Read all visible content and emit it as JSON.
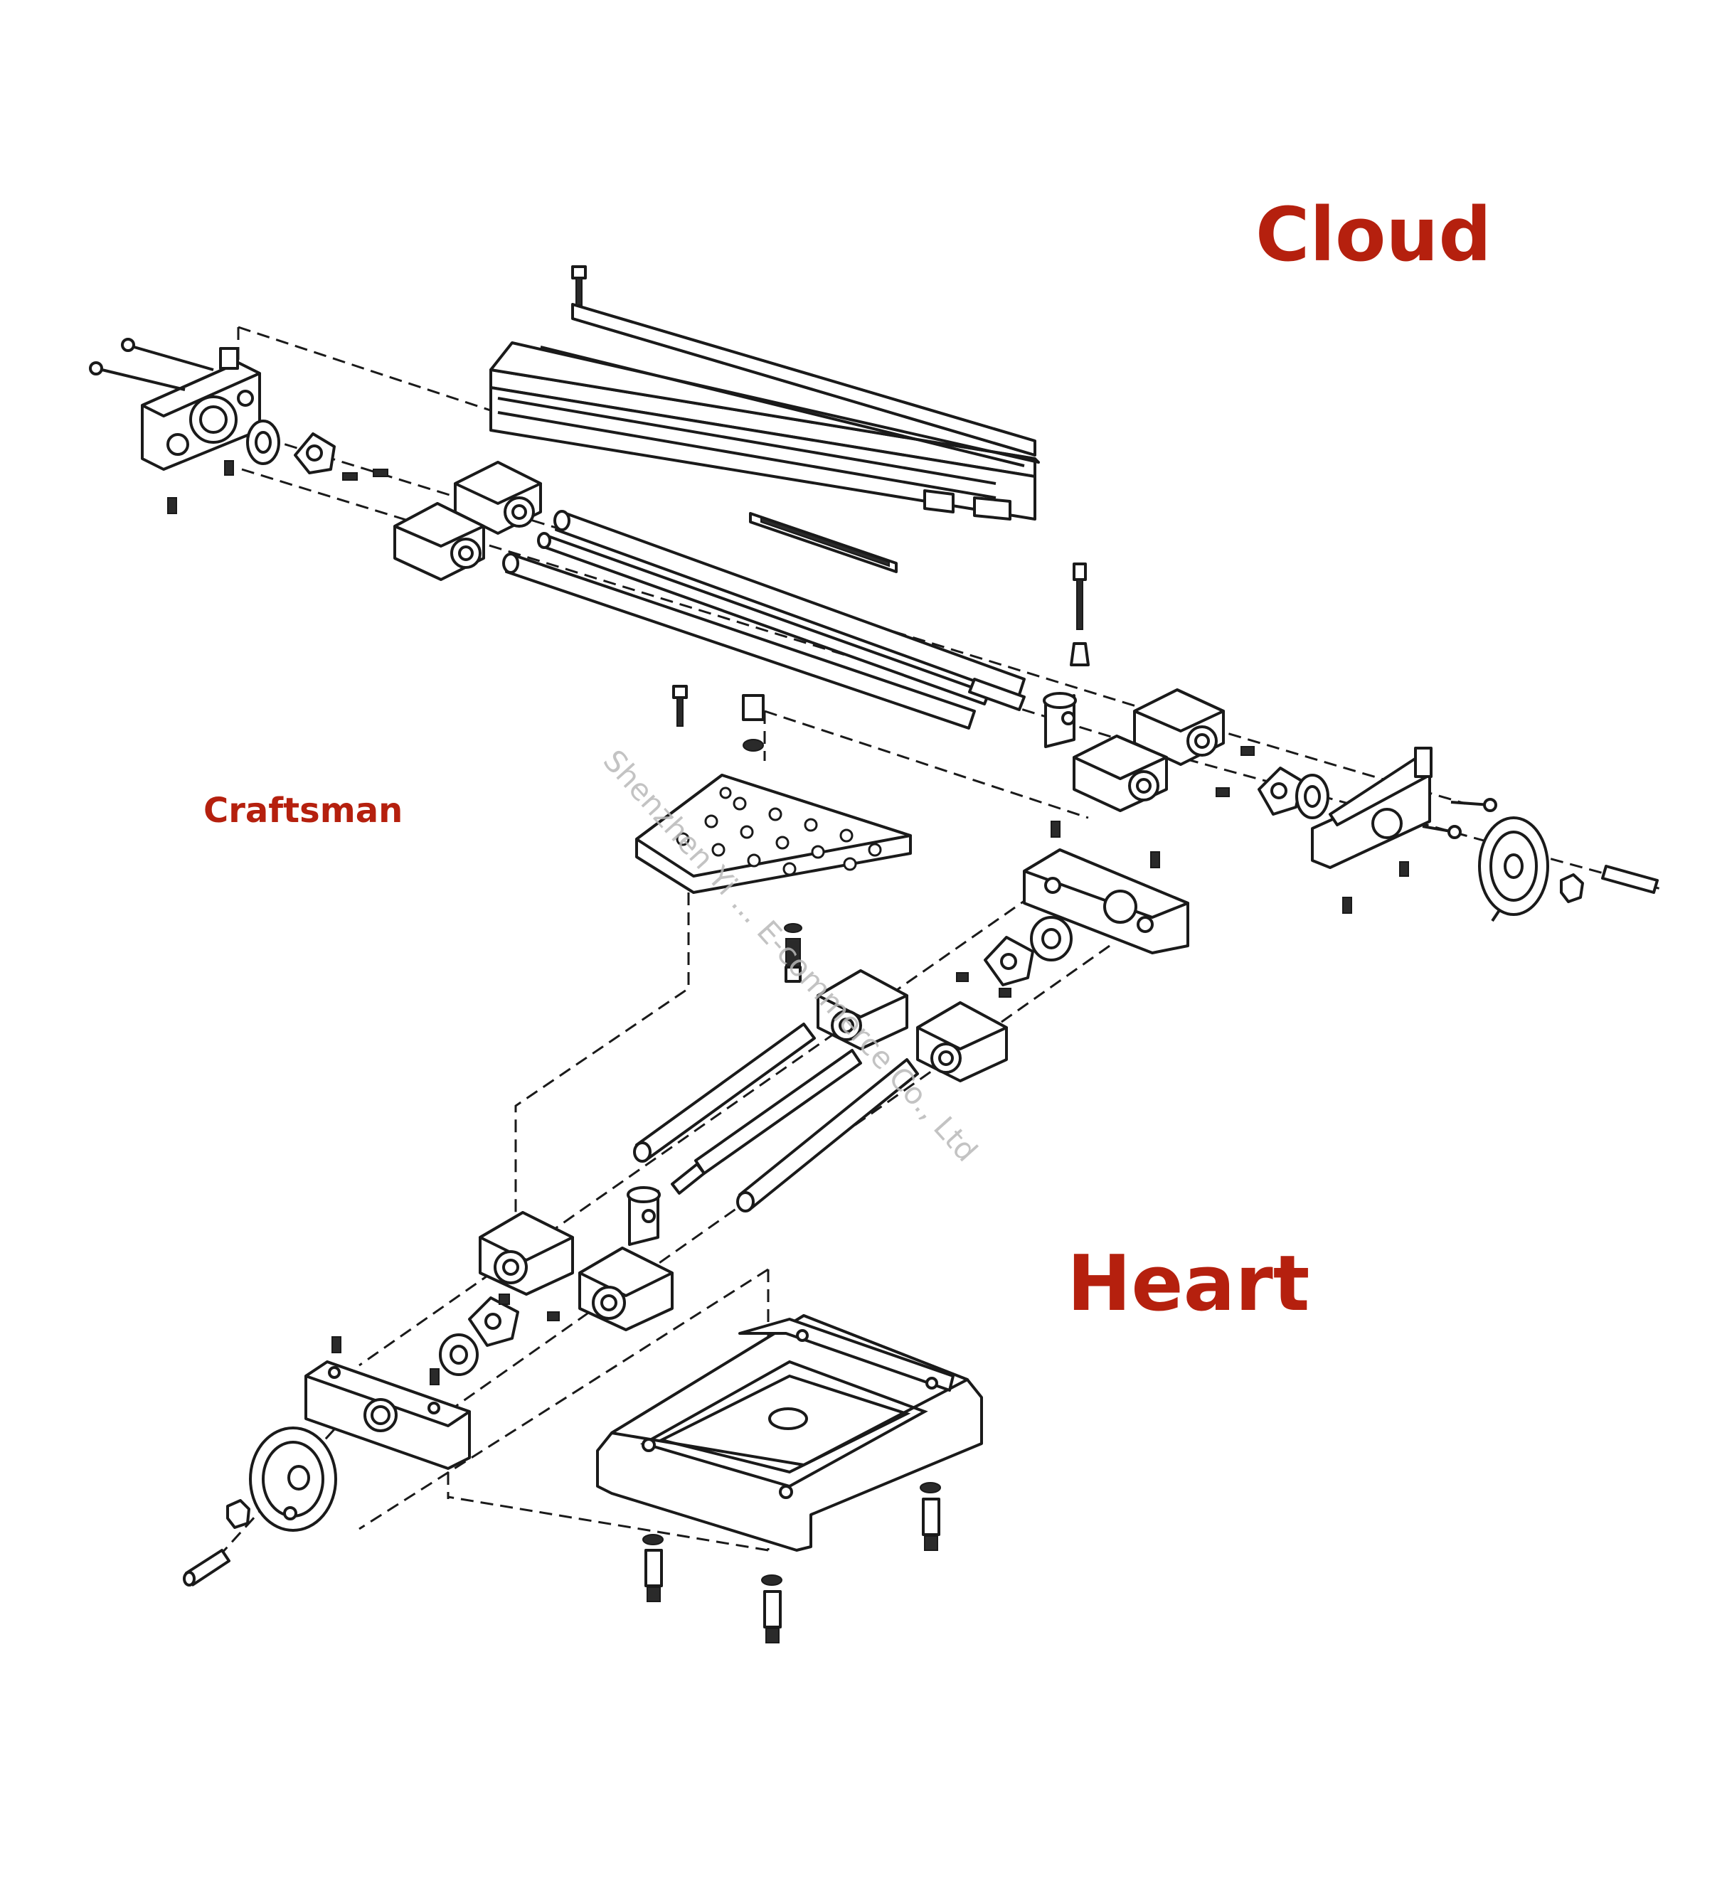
{
  "labels": {
    "cloud": "Cloud",
    "heart": "Heart",
    "craftsman": "Craftsman"
  },
  "watermark": "Shenzhen Yi ... E-commerce Co., Ltd",
  "colors": {
    "label_red": "#b5200e",
    "line": "#1a1a1a",
    "watermark": "#b9b9b9"
  }
}
